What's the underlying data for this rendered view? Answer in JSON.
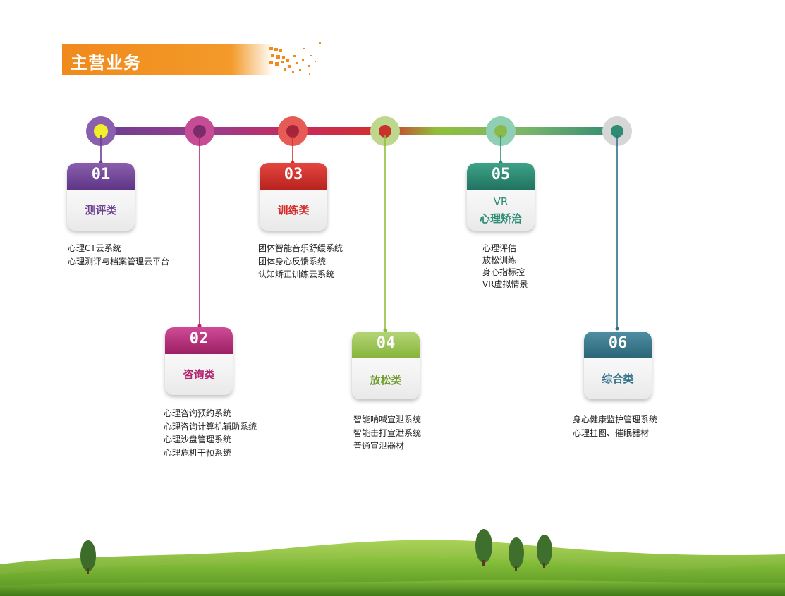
{
  "header": {
    "title": "主营业务"
  },
  "colors": {
    "orange": "#f08a1c",
    "purple": "#6b3f92",
    "magenta": "#b3256f",
    "red": "#d3302d",
    "lime": "#8fbf3a",
    "teal": "#2e8b74",
    "blue": "#2d6f86",
    "grey": "#bdbdbd"
  },
  "categories": [
    {
      "number": "01",
      "title": "测评类",
      "items": [
        "心理CT云系统",
        "心理测评与档案管理云平台"
      ]
    },
    {
      "number": "02",
      "title": "咨询类",
      "items": [
        "心理咨询预约系统",
        "心理咨询计算机辅助系统",
        "心理沙盘管理系统",
        "心理危机干预系统"
      ]
    },
    {
      "number": "03",
      "title": "训练类",
      "items": [
        "团体智能音乐舒缓系统",
        "团体身心反馈系统",
        "认知矫正训练云系统"
      ]
    },
    {
      "number": "04",
      "title": "放松类",
      "items": [
        "智能呐喊宣泄系统",
        "智能击打宣泄系统",
        "普通宣泄器材"
      ]
    },
    {
      "number": "05",
      "title_line1": "VR",
      "title_line2": "心理矫治",
      "items": [
        "心理评估",
        "放松训练",
        "身心指标控",
        "VR虚拟情景"
      ]
    },
    {
      "number": "06",
      "title": "综合类",
      "items": [
        "身心健康监护管理系统",
        "心理挂图、催眠器材"
      ]
    }
  ]
}
